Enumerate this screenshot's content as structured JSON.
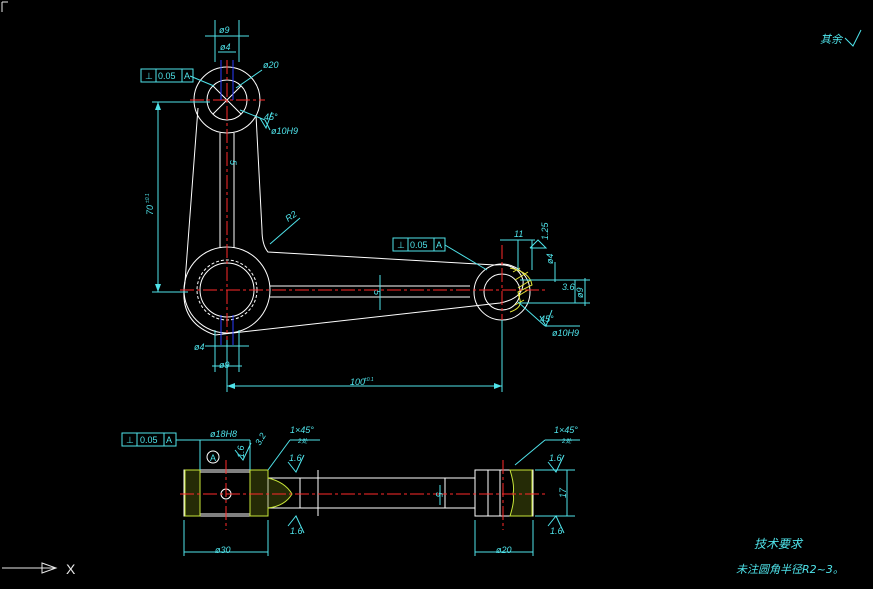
{
  "drawing": {
    "surface_finish": {
      "label": "其余",
      "value": ""
    },
    "top_view": {
      "dims": {
        "d9_top": "ø9",
        "d4_top": "ø4",
        "d20": "ø20",
        "deg45_top": "45°",
        "d10h9_top": "ø10H9",
        "thickness_5_top": "5",
        "height_70": "70",
        "tol_height_70": "±0.1",
        "r2": "R2",
        "d4_bottom": "ø4",
        "d9_bottom": "ø9",
        "length_100": "100",
        "tol_length_100": "±0.1",
        "thickness_5_arm": "5",
        "dim_11": "11",
        "ra_1_25": "1.25",
        "d4_right": "ø4",
        "dim_3_6": "3.6",
        "d9_right": "ø9",
        "deg45_right": "45°",
        "d10h9_right": "ø10H9"
      },
      "tolerance_top": {
        "symbol": "⊥",
        "value": "0.05",
        "datum": "A"
      },
      "tolerance_right": {
        "symbol": "⊥",
        "value": "0.05",
        "datum": "A"
      }
    },
    "section_view": {
      "tolerance": {
        "symbol": "⊥",
        "value": "0.05",
        "datum": "A"
      },
      "dims": {
        "d18h8": "ø18H8",
        "ra_3_2": "3.2",
        "ra_1_6_left": "1.6",
        "chamfer_left": "1×45°",
        "chamfer_left_sub": "2处",
        "ra_1_6_top": "1.6",
        "ra_1_6_bottom": "1.6",
        "chamfer_right": "1×45°",
        "chamfer_right_sub": "2处",
        "ra_1_6_right_top": "1.6",
        "ra_1_6_right_bottom": "1.6",
        "thickness_5": "5",
        "height_17": "17",
        "d30": "ø30",
        "d20": "ø20"
      },
      "datum_label": "A"
    },
    "tech_requirements": {
      "title": "技术要求",
      "line1": "未注圆角半径R2~3。"
    },
    "axis": {
      "x_label": "X"
    }
  }
}
